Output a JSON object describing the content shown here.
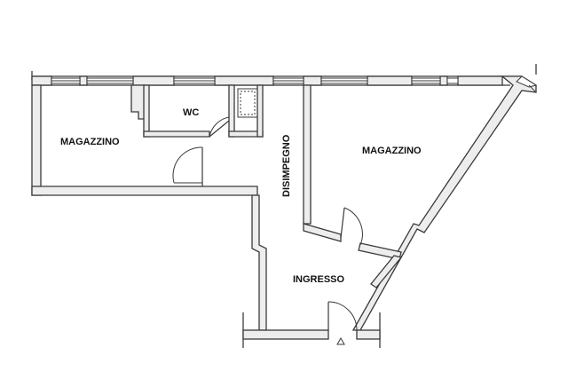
{
  "rooms": {
    "magazzino_left": "MAGAZZINO",
    "wc": "WC",
    "disimpegno": "DISIMPEGNO",
    "magazzino_right": "MAGAZZINO",
    "ingresso": "INGRESSO"
  },
  "colors": {
    "wall_fill": "#ededed",
    "wall_stroke": "#3a3a3a",
    "background": "#ffffff"
  }
}
